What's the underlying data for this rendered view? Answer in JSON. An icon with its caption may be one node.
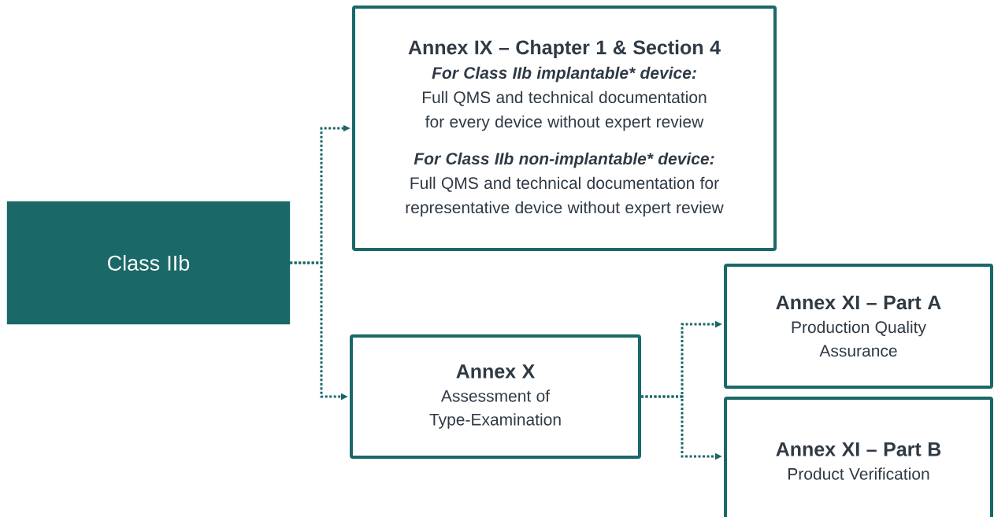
{
  "diagram": {
    "nodes": [
      {
        "text": [
          "Class IIb"
        ]
      },
      {
        "text": [
          "Annex IX – Chapter 1 & Section 4",
          "For Class IIb implantable* device:",
          "Full QMS and technical documentation for every device without expert review",
          "For Class IIb non-implantable* device:",
          "Full QMS and technical documentation for representative device without expert review"
        ]
      },
      {
        "text": [
          "Annex X",
          "Assessment of Type-Examination"
        ]
      },
      {
        "text": [
          "Annex XI – Part A",
          "Production Quality Assurance"
        ]
      },
      {
        "text": [
          "Annex XI – Part B",
          "Product Verification"
        ]
      }
    ],
    "edges": [
      {
        "from": 0,
        "to": 1,
        "arrow": "to",
        "style": "dashed"
      },
      {
        "from": 0,
        "to": 2,
        "arrow": "to",
        "style": "dashed"
      },
      {
        "from": 2,
        "to": 3,
        "arrow": "to",
        "style": "dashed"
      },
      {
        "from": 2,
        "to": 4,
        "arrow": "to",
        "style": "dashed"
      }
    ]
  }
}
